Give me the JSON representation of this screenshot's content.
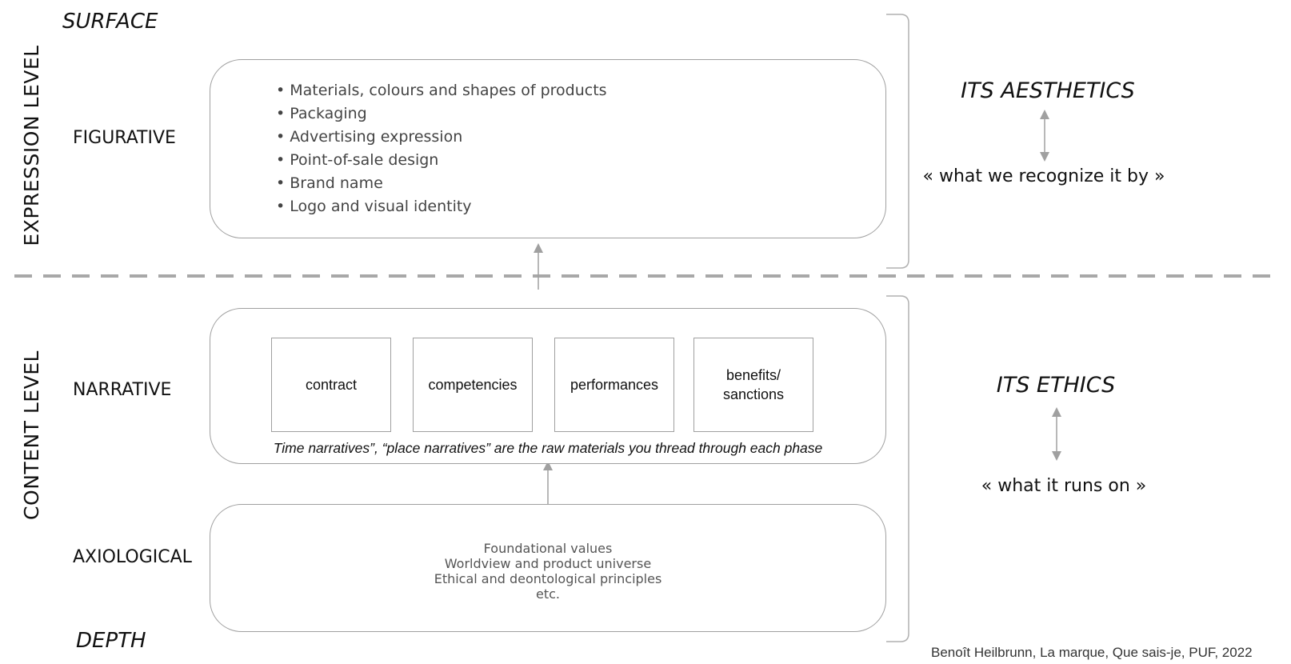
{
  "levels": {
    "expression": "EXPRESSION LEVEL",
    "content": "CONTENT LEVEL",
    "surface": "SURFACE",
    "depth": "DEPTH"
  },
  "rows": {
    "figurative": "FIGURATIVE",
    "narrative": "NARRATIVE",
    "axiological": "AXIOLOGICAL"
  },
  "figurative_items": [
    "Materials, colours and shapes of products",
    "Packaging",
    "Advertising expression",
    "Point-of-sale design",
    "Brand name",
    "Logo and visual identity"
  ],
  "narrative_phases": [
    "contract",
    "competencies",
    "performances",
    "benefits/ sanctions"
  ],
  "narrative_note": "Time narratives”, “place narratives” are the raw materials you thread through each phase",
  "axiological_items": [
    "Foundational values",
    "Worldview and product universe",
    "Ethical and deontological principles",
    "etc."
  ],
  "aesthetics": {
    "title": "ITS AESTHETICS",
    "quote": "« what we recognize it by »"
  },
  "ethics": {
    "title": "ITS ETHICS",
    "quote": "« what it runs on »"
  },
  "credit": "Benoît Heilbrunn, La marque, Que sais-je, PUF, 2022",
  "colors": {
    "box_border": "#a0a0a0",
    "divider": "#a8a8a8",
    "arrow": "#a0a0a0"
  }
}
